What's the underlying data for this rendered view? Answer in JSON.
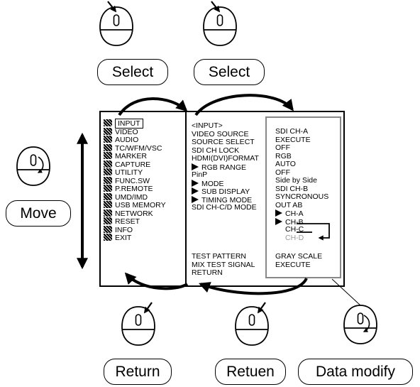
{
  "callouts": {
    "select_left": "Select",
    "select_right": "Select",
    "move": "Move",
    "return": "Return",
    "retuen": "Retuen",
    "data_modify": "Data modify"
  },
  "left_menu": [
    "INPUT",
    "VIDEO",
    "AUDIO",
    "TC/WFM/VSC",
    "MARKER",
    "CAPTURE",
    "UTILITY",
    "FUNC.SW",
    "P.REMOTE",
    "UMD/IMD",
    "USB MEMORY",
    "NETWORK",
    "RESET",
    "INFO",
    "EXIT"
  ],
  "middle_menu": {
    "items": [
      "<INPUT>",
      "VIDEO SOURCE",
      "SOURCE SELECT",
      "SDI CH LOCK",
      "HDMI(DVI)FORMAT",
      "RGB RANGE",
      "PinP",
      "MODE",
      "SUB DISPLAY",
      "TIMING MODE",
      "SDI CH-C/D MODE"
    ],
    "bottom": [
      "TEST PATTERN",
      "MIX TEST SIGNAL",
      "RETURN"
    ]
  },
  "right_menu": {
    "items": [
      "SDI CH-A",
      "EXECUTE",
      "OFF",
      "RGB",
      "AUTO",
      "OFF",
      "Side by Side",
      "SDI CH-B",
      "SYNCRONOUS",
      "OUT AB",
      "CH-A",
      "CH-B",
      "CH-C",
      "CH-D"
    ],
    "bottom": [
      "GRAY SCALE",
      "EXECUTE"
    ]
  }
}
